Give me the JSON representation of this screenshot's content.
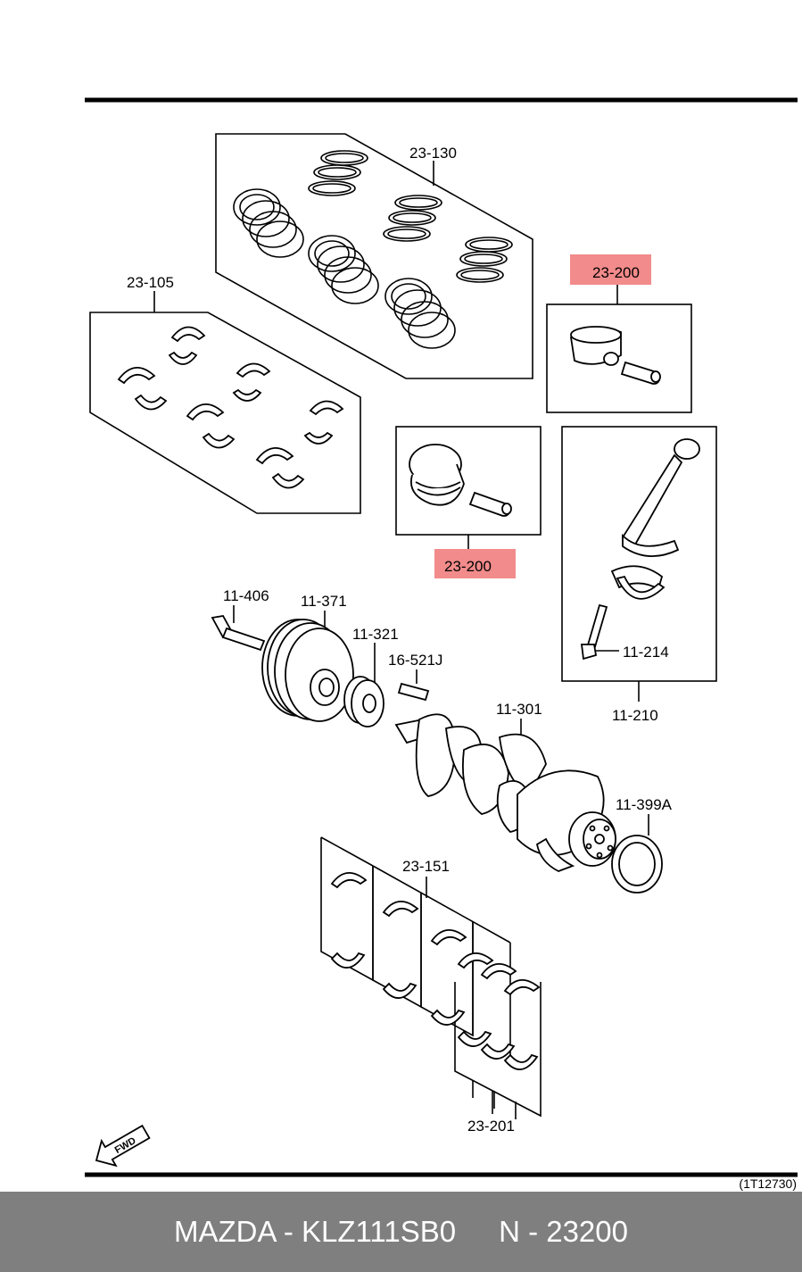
{
  "labels": {
    "l_23_130": "23-130",
    "l_23_105": "23-105",
    "l_23_200_top": "23-200",
    "l_23_200_mid": "23-200",
    "l_11_406": "11-406",
    "l_11_371": "11-371",
    "l_11_321": "11-321",
    "l_16_521j": "16-521J",
    "l_11_214": "11-214",
    "l_11_210": "11-210",
    "l_11_301": "11-301",
    "l_11_399a": "11-399A",
    "l_23_151": "23-151",
    "l_23_201": "23-201"
  },
  "fwd_label": "FWD",
  "diagram_code": "(1T12730)",
  "highlight_color": "#f28b8b",
  "footer": {
    "left": "MAZDA - KLZ111SB0",
    "right": "N - 23200",
    "background": "#7f7f7f"
  }
}
